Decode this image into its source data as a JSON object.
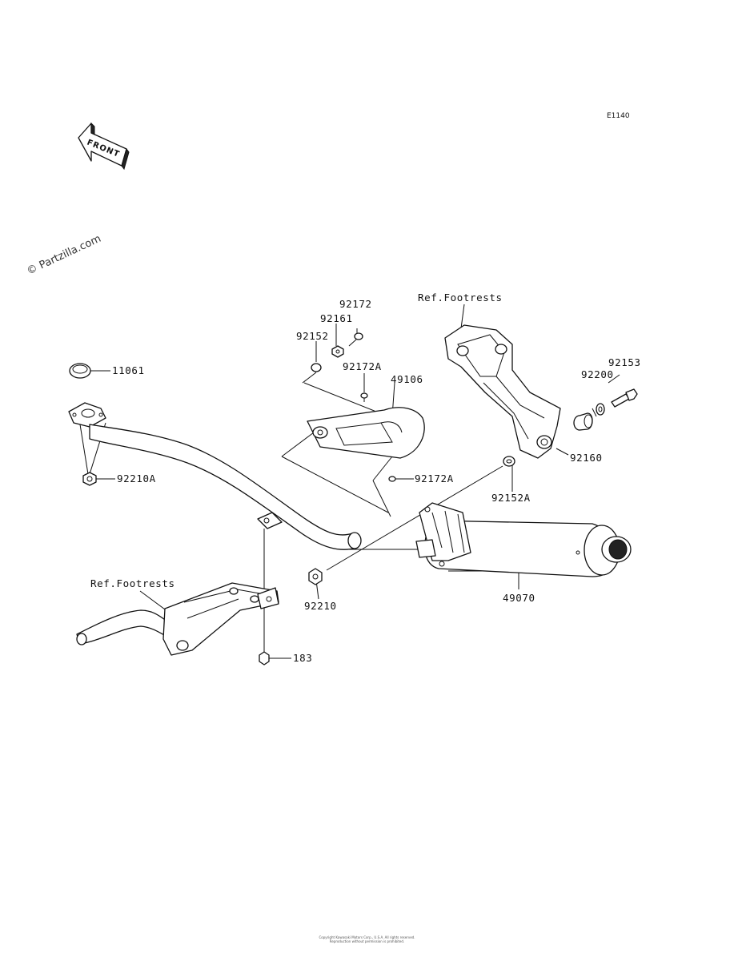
{
  "diagram_code": "E1140",
  "watermark": "© Partzilla.com",
  "front_arrow_text": "FRONT",
  "labels": {
    "p92172": "92172",
    "p92161": "92161",
    "p92152": "92152",
    "p92172A_top": "92172A",
    "p49106": "49106",
    "ref_footrests_top": "Ref.Footrests",
    "p92153": "92153",
    "p92200": "92200",
    "p11061": "11061",
    "p92210A": "92210A",
    "p92160": "92160",
    "p92172A_bottom": "92172A",
    "p92152A": "92152A",
    "ref_footrests_left": "Ref.Footrests",
    "p92210": "92210",
    "p49070": "49070",
    "p183": "183"
  },
  "footer_lines": [
    "Copyright Kawasaki Motors Corp., U.S.A. All rights reserved.",
    "Reproduction without permission is prohibited."
  ]
}
